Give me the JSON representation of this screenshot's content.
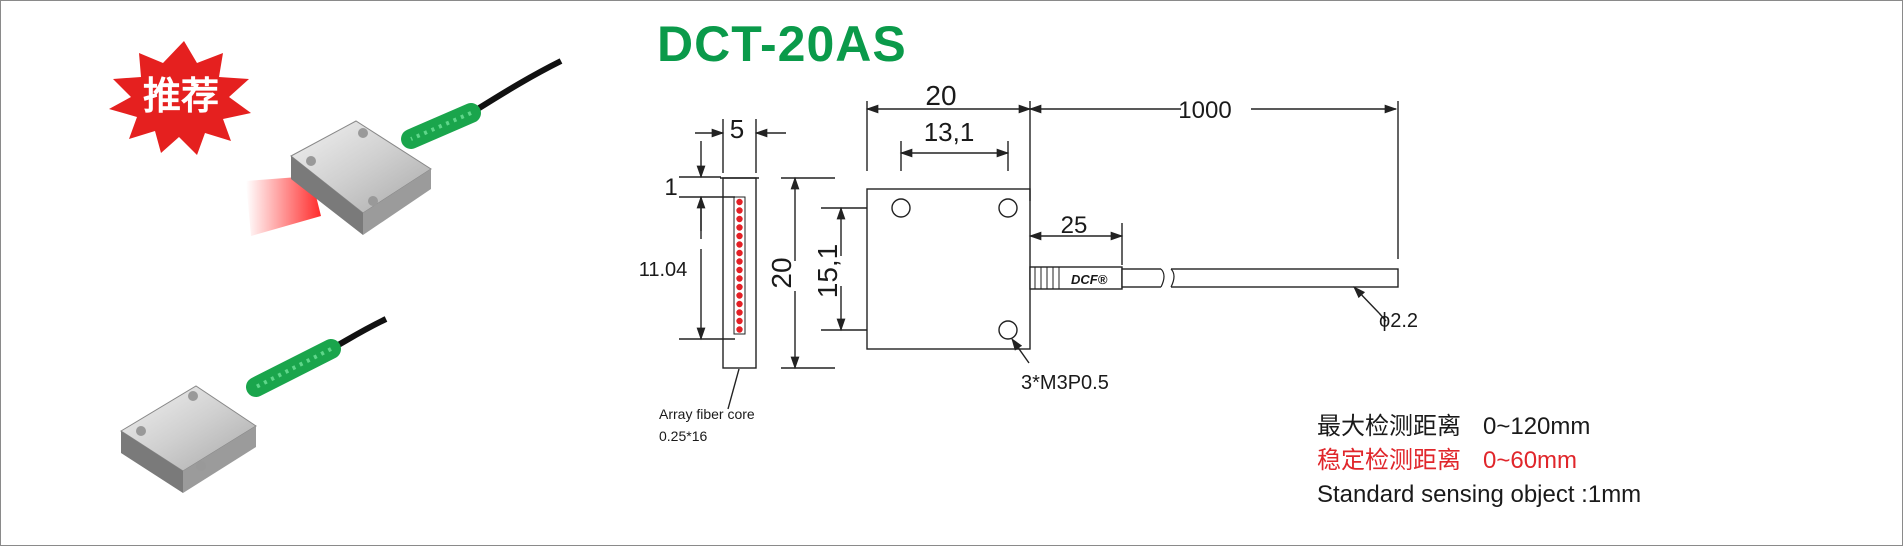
{
  "badge": {
    "text": "推荐"
  },
  "title": "DCT-20AS",
  "diagram": {
    "side_view": {
      "width_dim": "5",
      "top_offset_dim": "1",
      "array_length_dim": "11.04",
      "height_dim": "20",
      "core_label_line1": "Array fiber core",
      "core_label_line2": "0.25*16"
    },
    "front_view": {
      "outer_width_dim": "20",
      "hole_spacing_h_dim": "13,1",
      "hole_spacing_v_dim": "15,1",
      "sleeve_length_dim": "25",
      "cable_length_dim": "1000",
      "cable_diameter_dim": "ϕ2.2",
      "screw_label": "3*M3P0.5",
      "logo_text": "DCF®"
    }
  },
  "specs": {
    "max_range_label": "最大检测距离",
    "max_range_value": "0~120mm",
    "stable_range_label": "稳定检测距离",
    "stable_range_value": "0~60mm",
    "standard_object": "Standard sensing object :1mm"
  },
  "colors": {
    "title_green": "#0a9a4a",
    "badge_red": "#e5201f",
    "highlight_red": "#e0262b",
    "sleeve_green": "#1aa54c"
  }
}
